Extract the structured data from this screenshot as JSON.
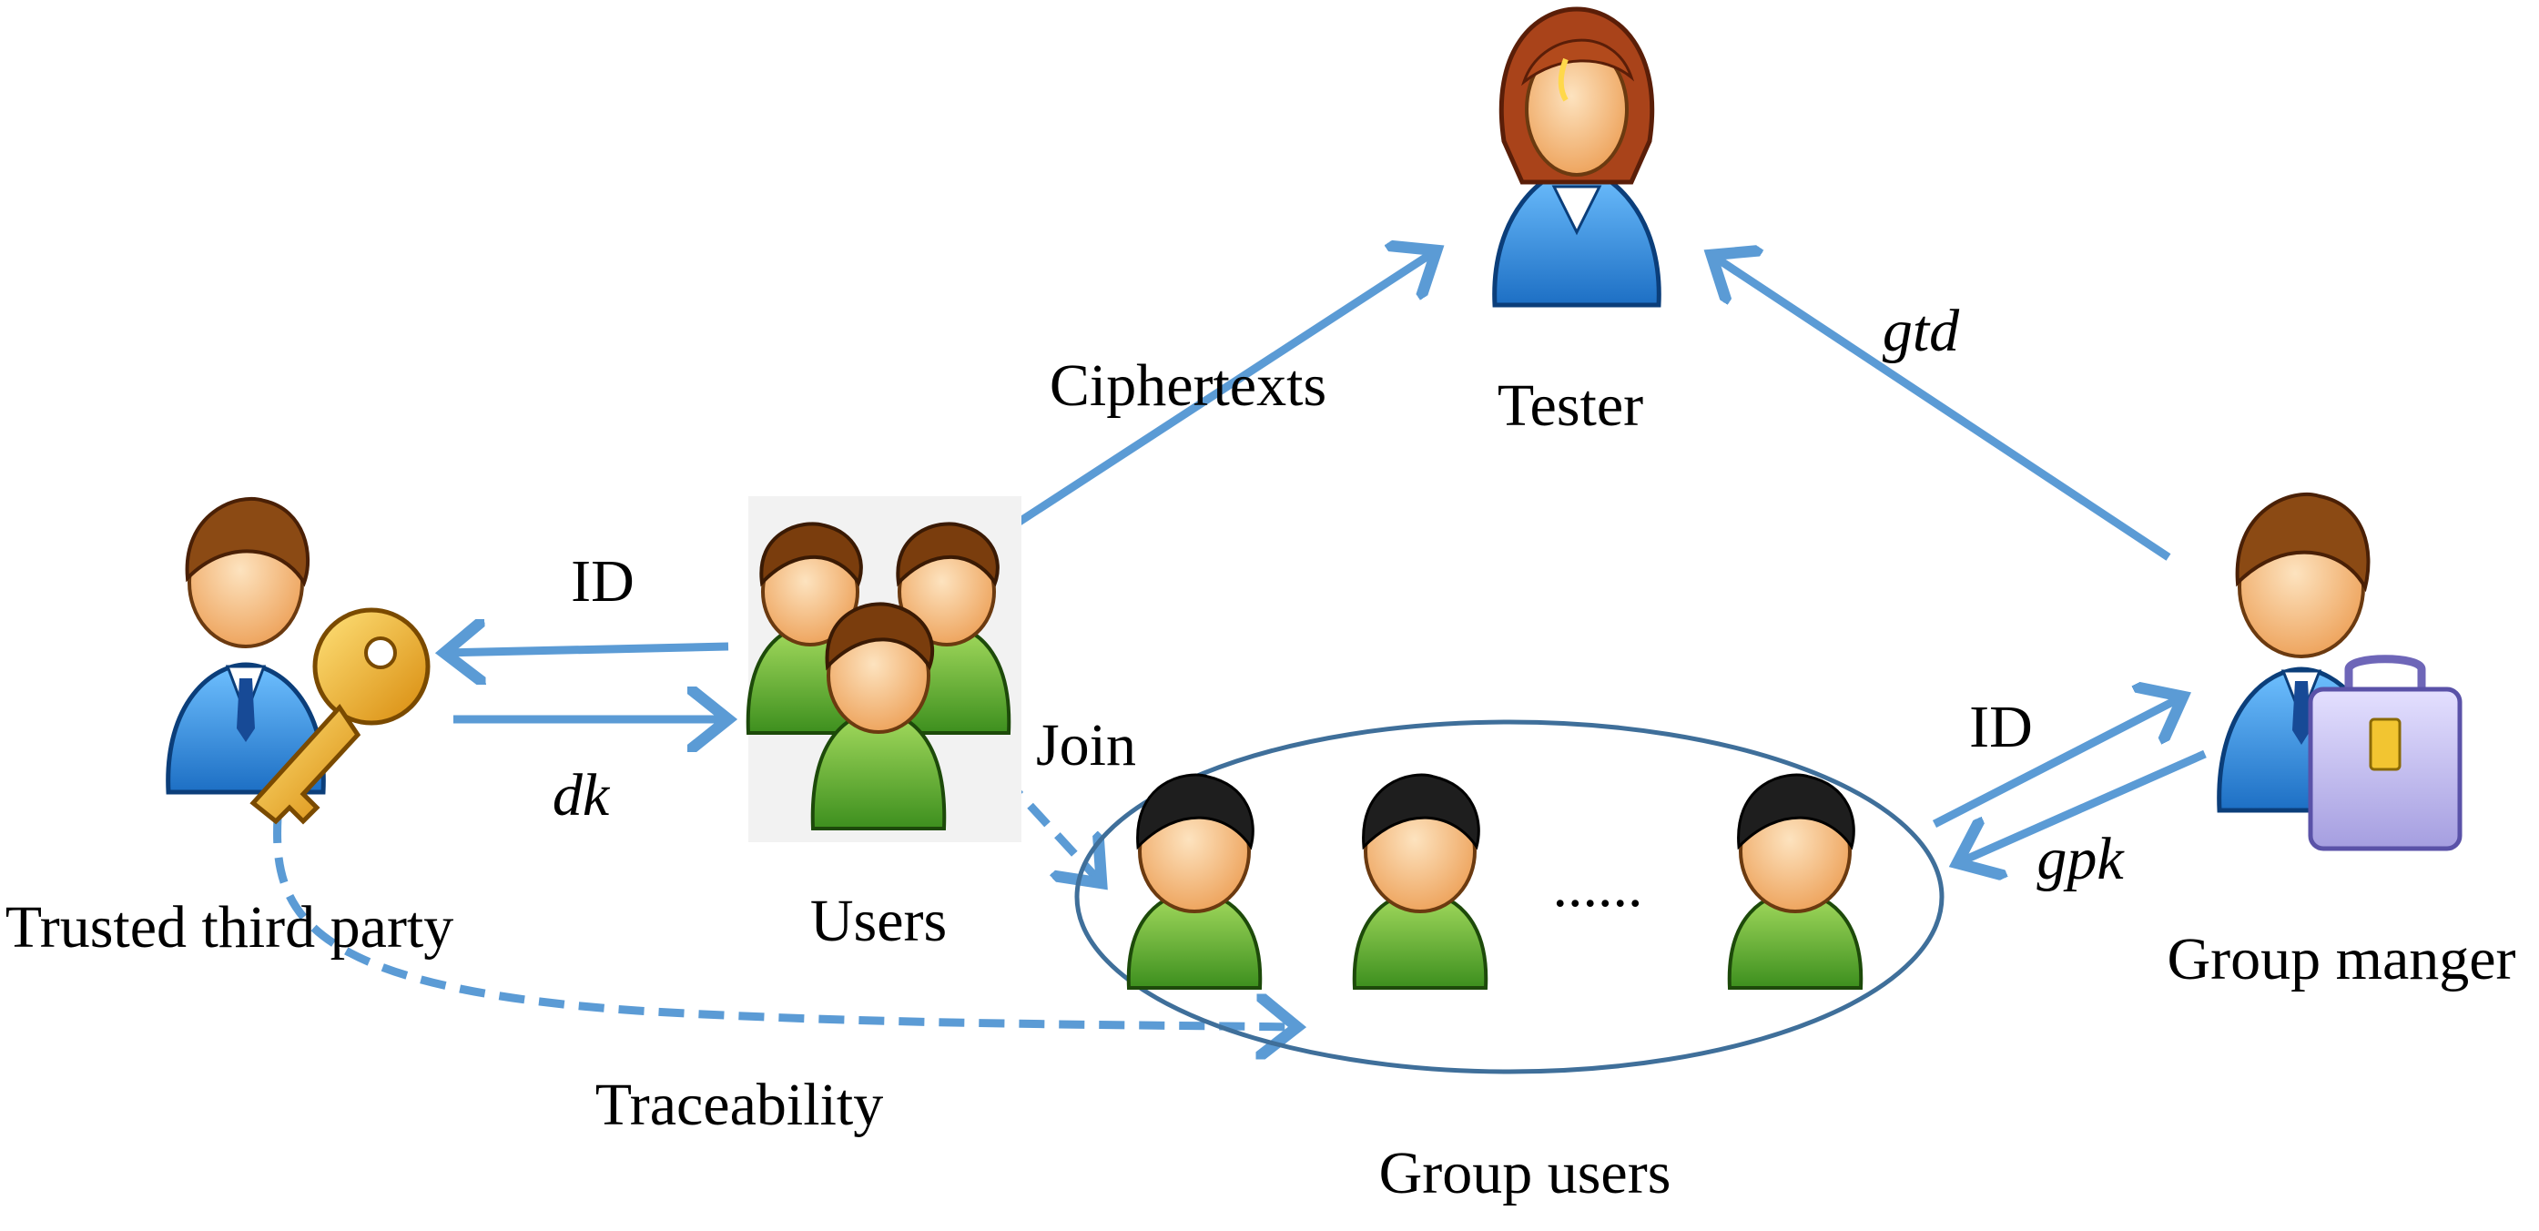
{
  "entities": {
    "tester": "Tester",
    "users": "Users",
    "trusted_third_party": "Trusted third party",
    "group_manager": "Group manger",
    "group_users": "Group users",
    "ellipsis": "......"
  },
  "edges": {
    "ciphertexts": "Ciphertexts",
    "gtd": "gtd",
    "id_to_ttp": "ID",
    "dk": "dk",
    "join": "Join",
    "id_to_manager": "ID",
    "gpk": "gpk",
    "traceability": "Traceability"
  },
  "colors": {
    "arrow": "#5b9bd5",
    "ellipse": "#3f6f9a",
    "shirt_blue": "#3a93e0",
    "shirt_green": "#6cb83a",
    "skin": "#f7c48b",
    "key_gold": "#f2b21d",
    "case_lavender": "#c9c3ee"
  }
}
